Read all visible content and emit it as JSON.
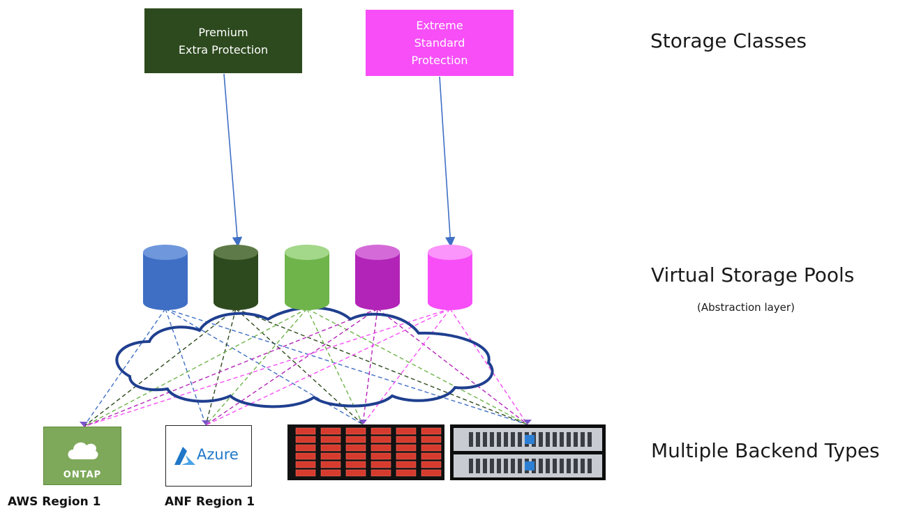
{
  "storage_classes": {
    "heading": "Storage Classes",
    "classes": [
      {
        "lines": [
          "Premium",
          "Extra Protection"
        ],
        "color": "#2d4a1e"
      },
      {
        "lines": [
          "Extreme",
          "Standard",
          "Protection"
        ],
        "color": "#f74ef7"
      }
    ]
  },
  "virtual_pools": {
    "heading": "Virtual Storage Pools",
    "subheading": "(Abstraction layer)",
    "pools": [
      {
        "color": "#3f6fc4",
        "top_color": "#6f97dc"
      },
      {
        "color": "#2d4a1e",
        "top_color": "#5e7a48"
      },
      {
        "color": "#6fb44b",
        "top_color": "#a3d78a"
      },
      {
        "color": "#b224b8",
        "top_color": "#d46ad8"
      },
      {
        "color": "#f74ef7",
        "top_color": "#fb94fb"
      }
    ]
  },
  "backends": {
    "heading": "Multiple Backend Types",
    "items": [
      {
        "kind": "ontap-cloud",
        "tile_text": "ONTAP",
        "label": "AWS Region 1"
      },
      {
        "kind": "azure",
        "tile_text": "Azure",
        "label": "ANF Region 1"
      },
      {
        "kind": "disk-array-red",
        "label": ""
      },
      {
        "kind": "server-appliance",
        "label": ""
      }
    ]
  },
  "connections": {
    "class_to_pool": [
      {
        "from_class": 0,
        "to_pool": 1
      },
      {
        "from_class": 1,
        "to_pool": 4
      }
    ],
    "pool_to_backend_colors": [
      "#3f6fc4",
      "#2d4a1e",
      "#6fb44b",
      "#b224b8",
      "#f74ef7"
    ]
  },
  "colors": {
    "cloud_stroke": "#1f3f8f",
    "arrow": "#3f6fc4"
  }
}
